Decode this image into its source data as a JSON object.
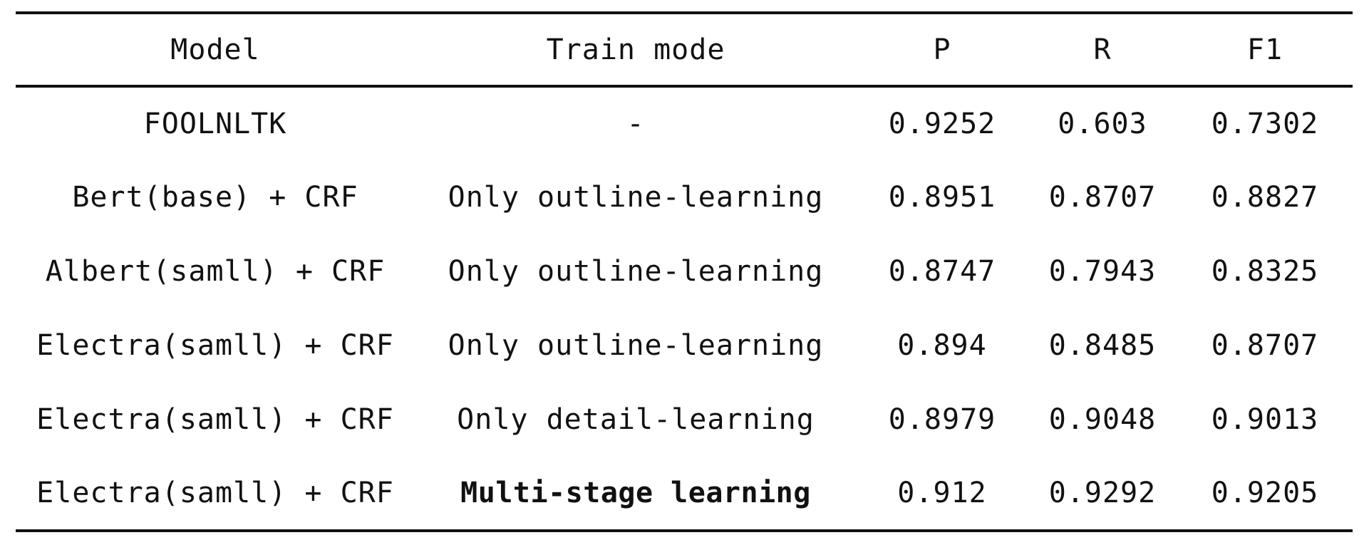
{
  "table": {
    "headers": {
      "model": "Model",
      "train_mode": "Train mode",
      "p": "P",
      "r": "R",
      "f1": "F1"
    },
    "rows": [
      {
        "model": "FOOLNLTK",
        "train_mode": "-",
        "p": "0.9252",
        "r": "0.603",
        "f1": "0.7302"
      },
      {
        "model": "Bert(base) + CRF",
        "train_mode": "Only outline-learning",
        "p": "0.8951",
        "r": "0.8707",
        "f1": "0.8827"
      },
      {
        "model": "Albert(samll) + CRF",
        "train_mode": "Only outline-learning",
        "p": "0.8747",
        "r": "0.7943",
        "f1": "0.8325"
      },
      {
        "model": "Electra(samll) + CRF",
        "train_mode": "Only outline-learning",
        "p": "0.894",
        "r": "0.8485",
        "f1": "0.8707"
      },
      {
        "model": "Electra(samll) + CRF",
        "train_mode": "Only detail-learning",
        "p": "0.8979",
        "r": "0.9048",
        "f1": "0.9013"
      },
      {
        "model": "Electra(samll) + CRF",
        "train_mode": "Multi-stage learning",
        "p": "0.912",
        "r": "0.9292",
        "f1": "0.9205"
      }
    ]
  }
}
